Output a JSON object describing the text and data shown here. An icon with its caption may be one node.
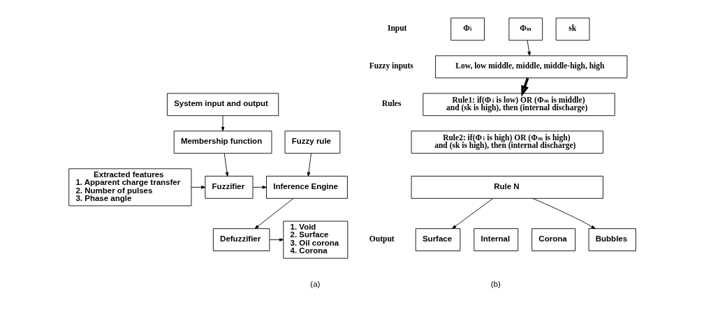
{
  "diagram": {
    "nodes": [
      {
        "text": [
          "System input and output"
        ]
      },
      {
        "text": [
          "Membership function"
        ]
      },
      {
        "text": [
          "Fuzzy rule"
        ]
      },
      {
        "text": [
          "Extracted features",
          "1. Apparent charge transfer",
          "2. Number of pulses",
          "3. Phase angle"
        ]
      },
      {
        "text": [
          "Fuzzifier"
        ]
      },
      {
        "text": [
          "Inference Engine"
        ]
      },
      {
        "text": [
          "Defuzzifier"
        ]
      },
      {
        "text": [
          "1. Void",
          "2. Surface",
          "3. Oil corona",
          "4. Corona"
        ]
      },
      {
        "text": [
          "Φ$_{i}$"
        ]
      },
      {
        "text": [
          "Φ$_{m}$"
        ]
      },
      {
        "text": [
          "sk"
        ]
      },
      {
        "text": [
          "Low, low middle, middle, middle-high, high"
        ]
      },
      {
        "text": [
          "Rule1: if(Φ$_{i}$ is low) OR (Φ$_{m}$ is middle) and (sk is high), then (internal discharge)"
        ]
      },
      {
        "text": [
          "Rule2: if(Φ$_{i}$ is high) OR (Φ$_{m}$ is high) and (sk is high), then (internal discharge)"
        ]
      },
      {
        "text": [
          "Rule N"
        ]
      },
      {
        "text": [
          "Surface"
        ]
      },
      {
        "text": [
          "Internal"
        ]
      },
      {
        "text": [
          "Corona"
        ]
      },
      {
        "text": [
          "Bubbles"
        ]
      }
    ],
    "edges": [
      {
        "from": 0,
        "to": 1,
        "arrow": "to"
      },
      {
        "from": 1,
        "to": 4,
        "arrow": "to"
      },
      {
        "from": 3,
        "to": 4,
        "arrow": "to"
      },
      {
        "from": 4,
        "to": 5,
        "arrow": "to"
      },
      {
        "from": 2,
        "to": 5,
        "arrow": "to"
      },
      {
        "from": 5,
        "to": 6,
        "arrow": "to"
      },
      {
        "from": 6,
        "to": 7,
        "arrow": "to"
      },
      {
        "from": 9,
        "to": 11,
        "arrow": "to"
      },
      {
        "from": 11,
        "to": 12,
        "arrow": "to",
        "style": "thick"
      },
      {
        "from": 14,
        "to": 15,
        "arrow": "to"
      },
      {
        "from": 14,
        "to": 18,
        "arrow": "to"
      }
    ],
    "labels": [
      "Input",
      "Fuzzy inputs",
      "Rules",
      "Output",
      "(a)",
      "(b)"
    ]
  }
}
